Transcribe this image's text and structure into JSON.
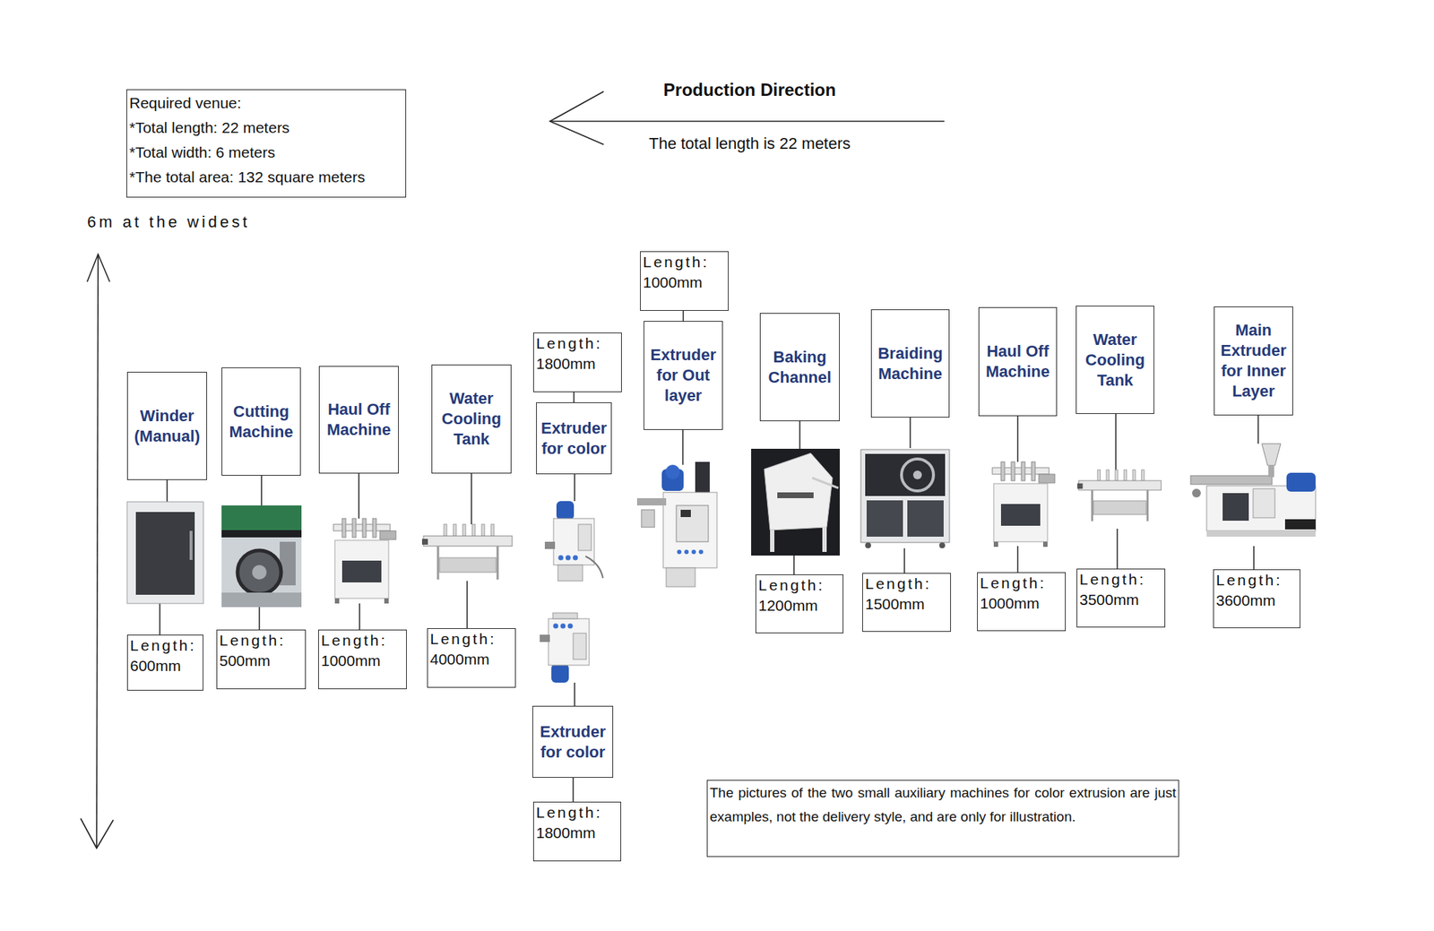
{
  "diagram": {
    "nodes": [
      {
        "text": [
          "Required venue:",
          "*Total length: 22 meters",
          "*Total width: 6 meters",
          "*The total area: 132 square meters"
        ]
      },
      {
        "text": [
          "Winder (Manual)"
        ]
      },
      {
        "text": [
          "Length: 600mm"
        ]
      },
      {
        "text": [
          "Cutting Machine"
        ]
      },
      {
        "text": [
          "Length: 500mm"
        ]
      },
      {
        "text": [
          "Haul Off Machine"
        ]
      },
      {
        "text": [
          "Length: 1000mm"
        ]
      },
      {
        "text": [
          "Water Cooling Tank"
        ]
      },
      {
        "text": [
          "Length: 4000mm"
        ]
      },
      {
        "text": [
          "Length: 1800mm"
        ]
      },
      {
        "text": [
          "Extruder for color"
        ]
      },
      {
        "text": [
          "Extruder for color"
        ]
      },
      {
        "text": [
          "Length: 1800mm"
        ]
      },
      {
        "text": [
          "Length: 1000mm"
        ]
      },
      {
        "text": [
          "Extruder for Out layer"
        ]
      },
      {
        "text": [
          "Baking Channel"
        ]
      },
      {
        "text": [
          "Length: 1200mm"
        ]
      },
      {
        "text": [
          "Braiding Machine"
        ]
      },
      {
        "text": [
          "Length: 1500mm"
        ]
      },
      {
        "text": [
          "Haul Off Machine"
        ]
      },
      {
        "text": [
          "Length: 1000mm"
        ]
      },
      {
        "text": [
          "Water Cooling Tank"
        ]
      },
      {
        "text": [
          "Length: 3500mm"
        ]
      },
      {
        "text": [
          "Main Extruder for Inner Layer"
        ]
      },
      {
        "text": [
          "Length: 3600mm"
        ]
      },
      {
        "text": [
          "The pictures of the two small auxiliary machines for color extrusion are just examples, not the delivery style, and are only for illustration."
        ]
      }
    ],
    "edges": [
      {
        "from": 9,
        "to": 10,
        "arrow": "none"
      },
      {
        "from": 11,
        "to": 12,
        "arrow": "none"
      },
      {
        "from": 13,
        "to": 14,
        "arrow": "none"
      }
    ],
    "labels": [
      "Production Direction",
      "The total length is 22 meters",
      "6m at the widest"
    ]
  }
}
